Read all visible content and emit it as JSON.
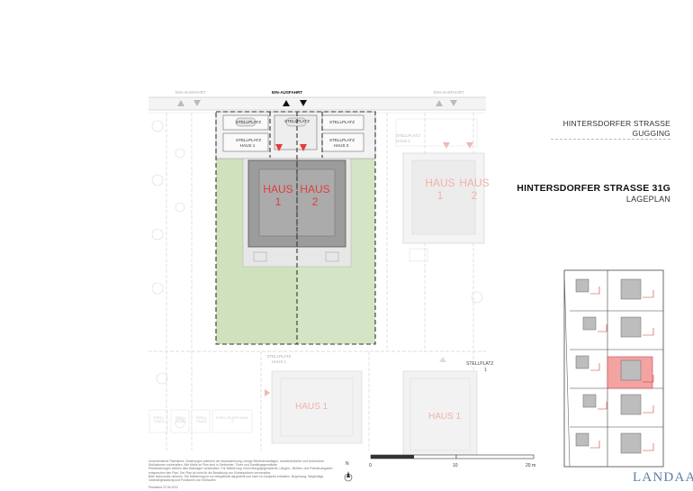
{
  "header": {
    "street": "HINTERSDORFER STRASSE",
    "town": "GUGGING",
    "project_title": "HINTERSDORFER STRASSE 31G",
    "plan_type": "LAGEPLAN"
  },
  "plan": {
    "entrance_main": "EIN-AUSFAHRT",
    "entrance_left": "EIN-AUSFAHRT",
    "entrance_right": "EIN-AUSFAHRT",
    "parking_top_mid": "STELLPLATZ",
    "parking_top_left": "STELLPLATZ",
    "parking_top_right": "STELLPLATZ",
    "parking_house1_line1": "STELLPLATZ",
    "parking_house1_line2": "HAUS 1",
    "parking_house2_line1": "STELLPLATZ",
    "parking_house2_line2": "HAUS 2",
    "haus_label": "HAUS",
    "haus1_num": "1",
    "haus2_num": "2",
    "ghost_haus1_label": "HAUS",
    "ghost_haus1_num": "1",
    "ghost_haus2_label": "HAUS",
    "ghost_haus2_num": "2",
    "ghost_right_parking1": "STELLPLATZ",
    "ghost_right_parking2": "HAUS 1",
    "lower_parking_line1": "STELLPLATZ",
    "lower_parking_line2": "HAUS 1",
    "lower_right_parking_line1": "STELLPLATZ",
    "lower_right_parking_line2": "1",
    "lower_house_left": "HAUS 1",
    "lower_house_right": "HAUS 1",
    "bottom_parking": [
      "STELL-PLATZ",
      "STELL-PLATZ",
      "STELL-PLATZ",
      "STELL-PLATZ HAUS 2"
    ]
  },
  "scale": {
    "labels": [
      "0",
      "10",
      "20 m"
    ],
    "north": "N"
  },
  "footnote": {
    "line1": "Unverbindliche Planskizze. Änderungen während der Bauausführung, infolge Behördenauflagen, baubehördlicher und technischer Maßnahmen vorbehalten. Alle Maße im Plan sind in Zentimeter. Türen und Sanitärgegenstände",
    "line2": "Planänderungen bleiben dem Bauträger vorbehalten. Für Möblierung: Einrichtungsgegenstände, Längen-, Breiten- und Flächenangaben entsprechen den Plan. Der Plan ist nicht für die Bestellung von Einbaumöbeln verwendbar.",
    "line3": "Bitte Naturmaße nehmen. Die Möblierung ist nur beispielhaft dargestellt und nicht im Kaufpreis enthalten. Begrünung, Wegbeläge, Geländegestaltung und Positionen von Einbauten.",
    "date": "Planstand 22.06.2022"
  },
  "logo": "LANDAA",
  "colors": {
    "accent_red": "#e03c3c",
    "green": "#cfe2c0",
    "highlight_key": "#f4a3a3",
    "logo_blue": "#5b7fa6"
  }
}
